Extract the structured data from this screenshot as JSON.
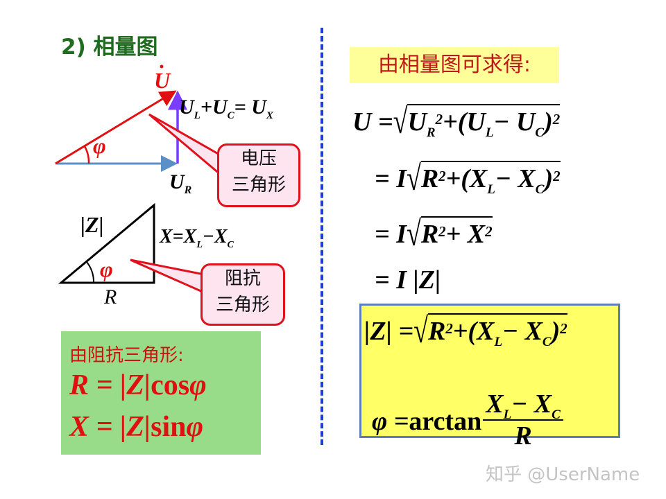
{
  "title": "2) 相量图",
  "right_title": "由相量图可求得:",
  "diagram": {
    "u_label": "U",
    "ux_formula": [
      {
        "t": "U"
      },
      {
        "sub": "L"
      },
      {
        "t": "+U"
      },
      {
        "sub": "C"
      },
      {
        "t": "= U"
      },
      {
        "sub": "X"
      }
    ],
    "ur_label": {
      "main": "U",
      "sub": "R"
    },
    "phi": "φ",
    "voltage_callout": [
      "电压",
      "三角形"
    ],
    "z_label": "|Z|",
    "x_formula": [
      {
        "t": "X=X"
      },
      {
        "sub": "L"
      },
      {
        "t": "−X"
      },
      {
        "sub": "C"
      }
    ],
    "r_label": "R",
    "impedance_callout": [
      "阻抗",
      "三角形"
    ]
  },
  "formulas": {
    "f1": [
      {
        "t": "U = "
      },
      {
        "sqrt": [
          {
            "t": "U"
          },
          {
            "sub": "R"
          },
          {
            "sup": "2"
          },
          {
            "t": " +(U"
          },
          {
            "sub": "L"
          },
          {
            "t": " − U"
          },
          {
            "sub": "C"
          },
          {
            "t": ")"
          },
          {
            "sup": "2"
          }
        ]
      }
    ],
    "f2": [
      {
        "t": "= I "
      },
      {
        "sqrt": [
          {
            "t": "R"
          },
          {
            "sup": "2"
          },
          {
            "t": " +(X"
          },
          {
            "sub": "L"
          },
          {
            "t": " − X"
          },
          {
            "sub": "C"
          },
          {
            "t": ")"
          },
          {
            "sup": "2"
          }
        ]
      }
    ],
    "f3": [
      {
        "t": "= I "
      },
      {
        "sqrt": [
          {
            "t": "R"
          },
          {
            "sup": "2"
          },
          {
            "t": " + X"
          },
          {
            "sup": "2"
          }
        ]
      }
    ],
    "f4": [
      {
        "t": "= I |Z|"
      }
    ],
    "f5": [
      {
        "t": "|Z| = "
      },
      {
        "sqrt": [
          {
            "t": "R"
          },
          {
            "sup": "2"
          },
          {
            "t": " +(X"
          },
          {
            "sub": "L"
          },
          {
            "t": " − X"
          },
          {
            "sub": "C"
          },
          {
            "t": ")"
          },
          {
            "sup": "2"
          }
        ]
      }
    ],
    "f6": [
      {
        "t": "φ = "
      },
      {
        "u": "arctan"
      },
      {
        "frac": [
          [
            {
              "t": "X"
            },
            {
              "sub": "L"
            },
            {
              "t": " − X"
            },
            {
              "sub": "C"
            }
          ],
          [
            {
              "t": "R"
            }
          ]
        ]
      }
    ]
  },
  "green_box": {
    "title": "由阻抗三角形:",
    "g1": [
      {
        "t": "R = |Z|"
      },
      {
        "u": "cos"
      },
      {
        "t": "φ"
      }
    ],
    "g2": [
      {
        "t": "X = |Z|"
      },
      {
        "u": "sin"
      },
      {
        "t": "φ"
      }
    ]
  },
  "watermark": "知乎 @UserName",
  "colors": {
    "title": "#1f6b1f",
    "red": "#e01010",
    "ur_arrow": "#5b8fc8",
    "ux_arrow": "#7a3cff",
    "yellow": "#ffff66",
    "green": "#98dc8a"
  }
}
